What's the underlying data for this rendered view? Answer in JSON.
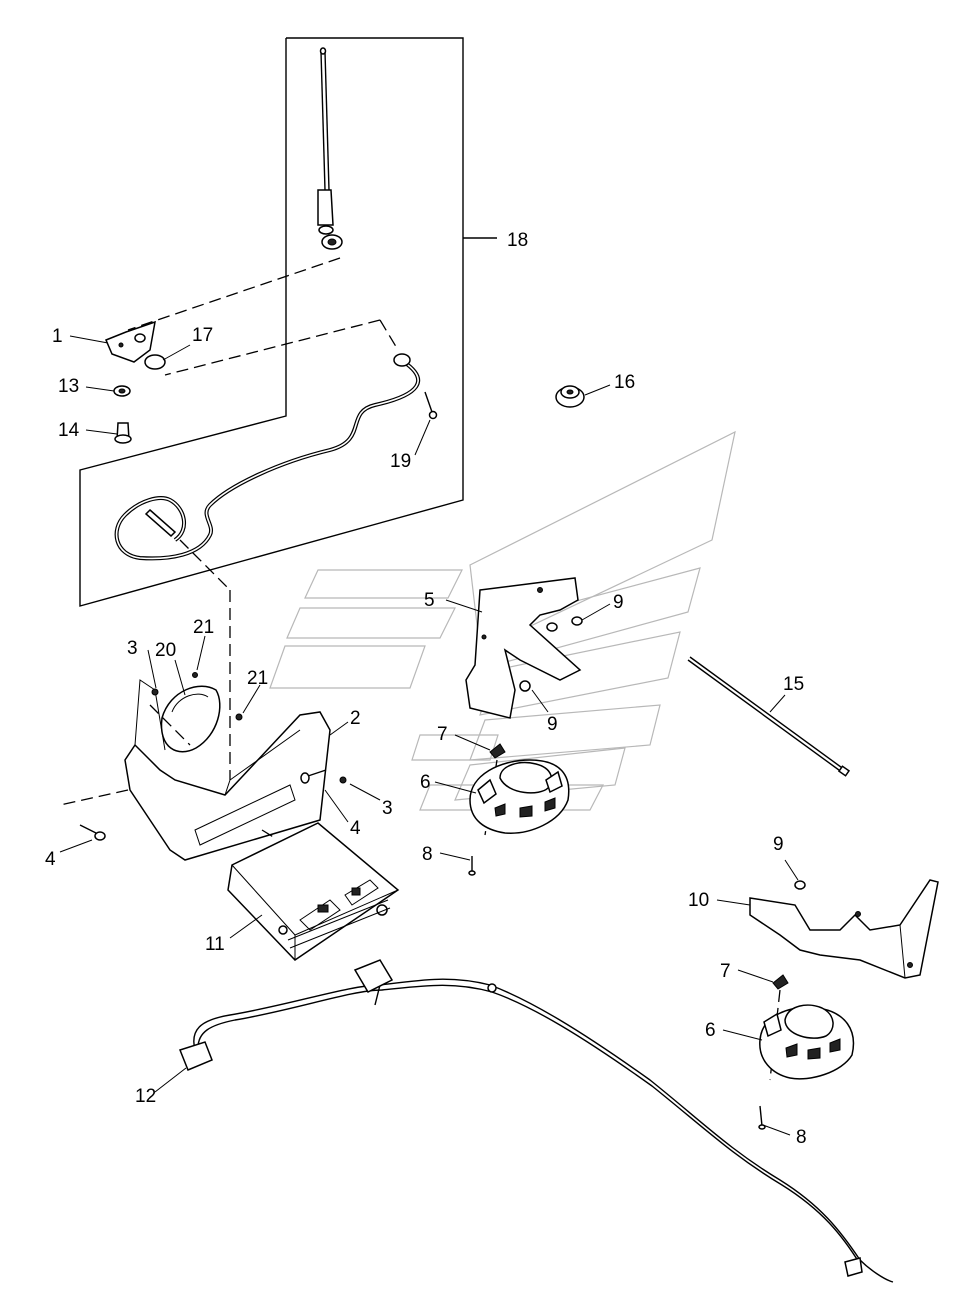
{
  "callouts": [
    {
      "id": "c1",
      "text": "1"
    },
    {
      "id": "c2",
      "text": "2"
    },
    {
      "id": "c3a",
      "text": "3"
    },
    {
      "id": "c3b",
      "text": "3"
    },
    {
      "id": "c4a",
      "text": "4"
    },
    {
      "id": "c4b",
      "text": "4"
    },
    {
      "id": "c5",
      "text": "5"
    },
    {
      "id": "c6a",
      "text": "6"
    },
    {
      "id": "c6b",
      "text": "6"
    },
    {
      "id": "c7a",
      "text": "7"
    },
    {
      "id": "c7b",
      "text": "7"
    },
    {
      "id": "c8a",
      "text": "8"
    },
    {
      "id": "c8b",
      "text": "8"
    },
    {
      "id": "c9a",
      "text": "9"
    },
    {
      "id": "c9b",
      "text": "9"
    },
    {
      "id": "c9c",
      "text": "9"
    },
    {
      "id": "c10",
      "text": "10"
    },
    {
      "id": "c11",
      "text": "11"
    },
    {
      "id": "c12",
      "text": "12"
    },
    {
      "id": "c13",
      "text": "13"
    },
    {
      "id": "c14",
      "text": "14"
    },
    {
      "id": "c15",
      "text": "15"
    },
    {
      "id": "c16",
      "text": "16"
    },
    {
      "id": "c17",
      "text": "17"
    },
    {
      "id": "c18",
      "text": "18"
    },
    {
      "id": "c19",
      "text": "19"
    },
    {
      "id": "c20",
      "text": "20"
    },
    {
      "id": "c21a",
      "text": "21"
    },
    {
      "id": "c21b",
      "text": "21"
    }
  ]
}
